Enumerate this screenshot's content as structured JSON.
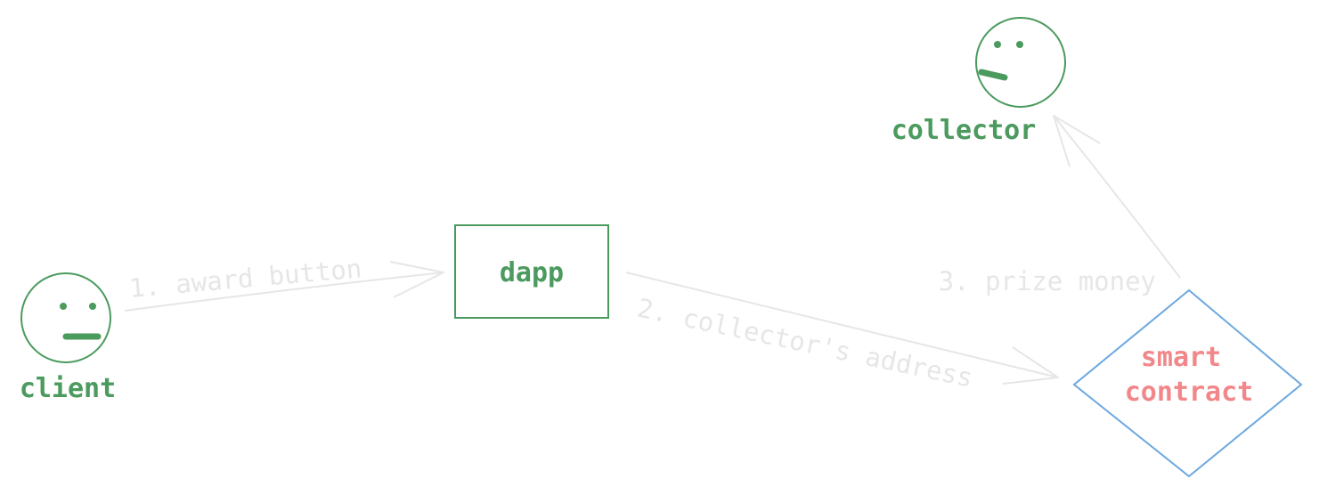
{
  "colors": {
    "actor": "#4b9a5e",
    "box": "#4b9a5e",
    "diamond": "#6aa8e0",
    "contract_text": "#f2878a",
    "edge": "#e6e6e6"
  },
  "icons": {
    "client": "neutral-face-icon",
    "collector": "neutral-face-icon"
  },
  "actors": {
    "client": {
      "label": "client"
    },
    "collector": {
      "label": "collector"
    }
  },
  "nodes": {
    "dapp": {
      "label": "dapp"
    },
    "smart_contract": {
      "line1": "smart",
      "line2": "contract"
    }
  },
  "edges": {
    "award_button": {
      "label": "1. award button"
    },
    "collector_address": {
      "label": "2. collector's address"
    },
    "prize_money": {
      "label": "3. prize money"
    }
  }
}
